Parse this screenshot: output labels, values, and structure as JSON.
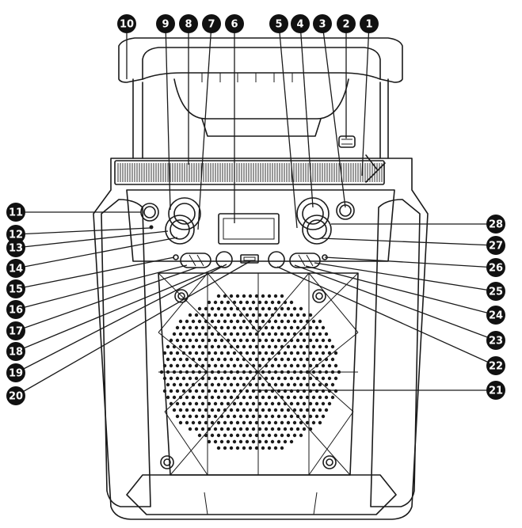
{
  "callouts": [
    {
      "label": "1",
      "target": "top-right-grille-corner"
    },
    {
      "label": "2",
      "target": "top-handle-latch"
    },
    {
      "label": "3",
      "target": "right-small-knob"
    },
    {
      "label": "4",
      "target": "right-upper-knob"
    },
    {
      "label": "5",
      "target": "right-upper-knob-edge"
    },
    {
      "label": "6",
      "target": "display-screen"
    },
    {
      "label": "7",
      "target": "left-upper-knob-edge"
    },
    {
      "label": "8",
      "target": "top-speaker-grille"
    },
    {
      "label": "9",
      "target": "left-upper-knob"
    },
    {
      "label": "10",
      "target": "handle"
    },
    {
      "label": "11",
      "target": "left-small-knob"
    },
    {
      "label": "12",
      "target": "left-indicator-dot"
    },
    {
      "label": "13",
      "target": "left-lower-knob"
    },
    {
      "label": "14",
      "target": "left-lower-knob-edge"
    },
    {
      "label": "15",
      "target": "left-led"
    },
    {
      "label": "16",
      "target": "left-rocker-button-a"
    },
    {
      "label": "17",
      "target": "left-rocker-button-b"
    },
    {
      "label": "18",
      "target": "left-round-button"
    },
    {
      "label": "19",
      "target": "left-round-button-edge"
    },
    {
      "label": "20",
      "target": "usb-port"
    },
    {
      "label": "21",
      "target": "main-speaker-grille"
    },
    {
      "label": "22",
      "target": "right-round-button"
    },
    {
      "label": "23",
      "target": "right-rocker-button-a"
    },
    {
      "label": "24",
      "target": "right-rocker-button-b"
    },
    {
      "label": "25",
      "target": "right-rocker-edge"
    },
    {
      "label": "26",
      "target": "right-led"
    },
    {
      "label": "27",
      "target": "right-lower-knob-edge"
    },
    {
      "label": "28",
      "target": "right-lower-knob"
    }
  ]
}
